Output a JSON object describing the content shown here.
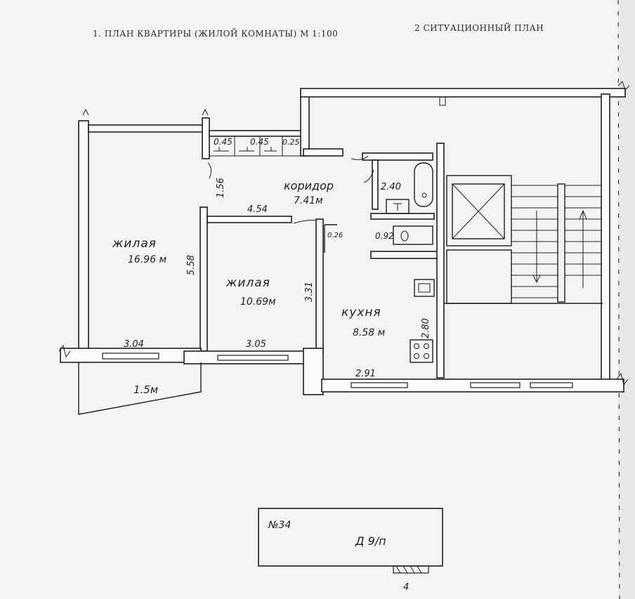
{
  "header": {
    "plan_title": "1. ПЛАН  КВАРТИРЫ  (ЖИЛОЙ  КОМНАТЫ) М 1:100",
    "situation_title": "2  СИТУАЦИОННЫЙ  ПЛАН"
  },
  "rooms": {
    "living1_name": "жилая",
    "living1_area": "16.96 м",
    "living2_name": "жилая",
    "living2_area": "10.69м",
    "corridor_name": "коридор",
    "corridor_area": "7.41м",
    "kitchen_name": "кухня",
    "kitchen_area": "8.58 м",
    "balcony_area": "1.5м"
  },
  "dimensions": {
    "closet_1": "0.45",
    "closet_2": "0.45",
    "closet_3": "0.25",
    "corridor_width": "1.56",
    "corridor_length": "4.54",
    "living1_depth": "5.58",
    "living2_depth": "3.31",
    "living1_width": "3.04",
    "living2_width": "3.05",
    "bathroom": "2.40",
    "toilet": "0.92",
    "niche": "0.26",
    "kitchen_depth": "2.80",
    "kitchen_width": "2.91"
  },
  "situation": {
    "building_number": "№34",
    "building_label": "Д 9/п",
    "marker": "4"
  },
  "colors": {
    "ink": "#1e1e1e",
    "paper": "#f4f4f2"
  }
}
